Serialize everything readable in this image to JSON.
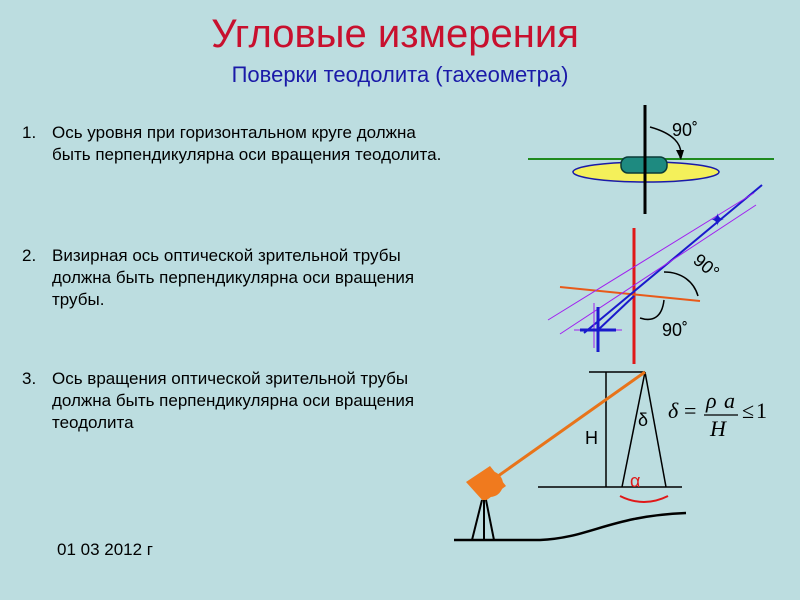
{
  "title": "Угловые измерения",
  "subtitle": "Поверки теодолита (тахеометра)",
  "items": [
    {
      "num": "1.",
      "text": "Ось уровня при горизонтальном круге должна быть перпендикулярна оси вращения теодолита."
    },
    {
      "num": "2.",
      "text": "Визирная ось оптической зрительной трубы должна быть перпендикулярна оси вращения трубы."
    },
    {
      "num": "3.",
      "text": "Ось вращения оптической зрительной трубы должна быть перпендикулярна оси вращения теодолита"
    }
  ],
  "date": "01 03 2012 г",
  "diagram": {
    "angle1": "90˚",
    "angle2": "90°",
    "angle3": "90˚",
    "label_H": "H",
    "label_delta": "δ",
    "label_alpha": "α",
    "formula": {
      "lhs": "δ",
      "eq": "=",
      "num_rho": "ρ",
      "num_a": "a",
      "den": "H",
      "rel": "≤",
      "rhs": "1"
    }
  },
  "colors": {
    "title": "#c8102e",
    "subtitle": "#1a1aa8",
    "background": "#bcdde0"
  }
}
